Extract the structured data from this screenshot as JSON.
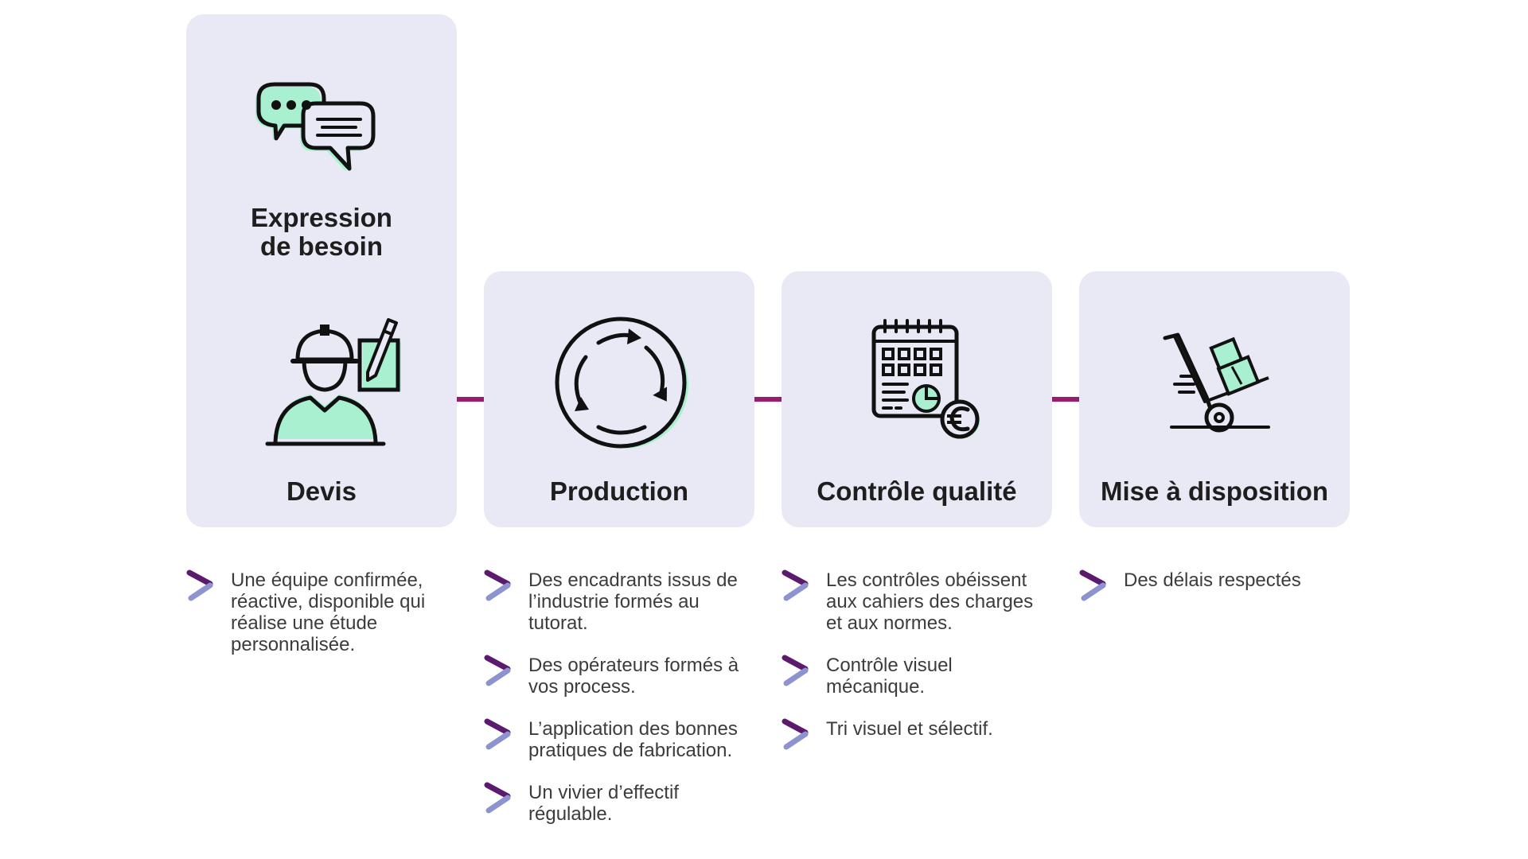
{
  "colors": {
    "card_bg": "#e8e9f4",
    "connector": "#9b1b6e",
    "chevron_dark": "#5b1a6e",
    "chevron_light": "#8d93cf",
    "icon_accent": "#a8f0cf"
  },
  "steps": [
    {
      "title_line1": "Expression",
      "title_line2": "de besoin",
      "icon": "chat-bubbles-icon"
    },
    {
      "title": "Devis",
      "icon": "worker-with-document-icon"
    },
    {
      "title": "Production",
      "icon": "cycle-arrows-icon"
    },
    {
      "title": "Contrôle qualité",
      "icon": "calendar-euro-icon"
    },
    {
      "title": "Mise à disposition",
      "icon": "hand-truck-icon"
    }
  ],
  "bullets": {
    "devis": [
      "Une équipe confirmée, réactive, disponible qui réalise une étude personnalisée."
    ],
    "production": [
      "Des encadrants issus de l’industrie formés au tutorat.",
      "Des opérateurs formés à vos process.",
      "L’application des bonnes pratiques de fabrication.",
      "Un vivier d’effectif régulable."
    ],
    "controle": [
      "Les contrôles obéissent aux cahiers des charges et aux normes.",
      "Contrôle visuel mécanique.",
      "Tri visuel et sélectif."
    ],
    "mise": [
      "Des délais respectés"
    ]
  }
}
